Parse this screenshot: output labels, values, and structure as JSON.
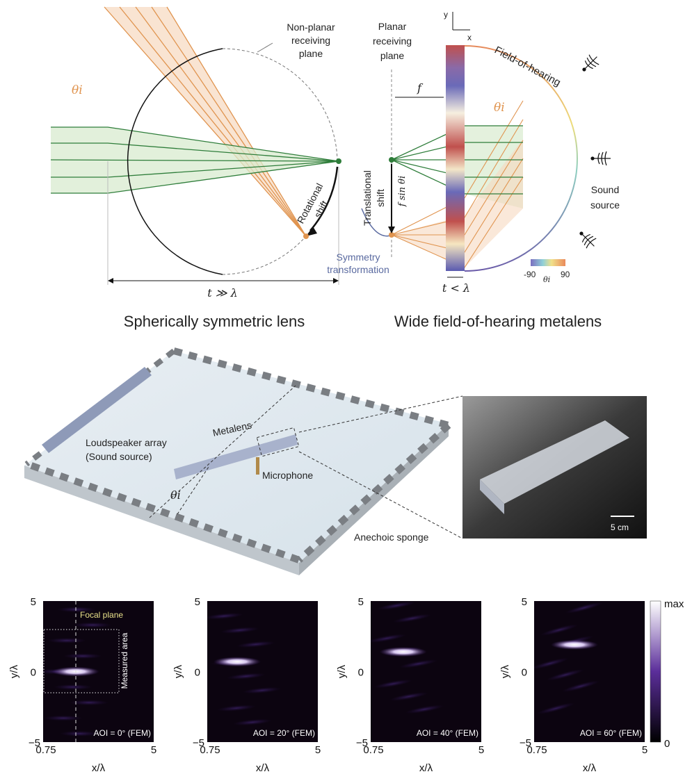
{
  "top_left": {
    "theta_label": "θi",
    "receiving_plane_label": [
      "Non-planar",
      "receiving",
      "plane"
    ],
    "rotational_shift_label": [
      "Rotational",
      "shift"
    ],
    "thickness_label": "t ≫ λ",
    "title": "Spherically symmetric lens"
  },
  "top_right": {
    "axis_y": "y",
    "axis_x": "x",
    "receiving_plane_label": [
      "Planar",
      "receiving",
      "plane"
    ],
    "focal_label": "f",
    "theta_label": "θi",
    "field_label": "Field-of-hearing",
    "translational_shift_label": [
      "Translational",
      "shift"
    ],
    "fsin_label": "f sin θi",
    "symmetry_label": [
      "Symmetry",
      "transformation"
    ],
    "sound_source_label": [
      "Sound",
      "source"
    ],
    "thickness_label": "t < λ",
    "colorbar": {
      "min": "-90",
      "max": "90",
      "label": "θi"
    },
    "title": "Wide field-of-hearing metalens"
  },
  "setup": {
    "loudspeaker_label": [
      "Loudspeaker array",
      "(Sound source)"
    ],
    "metalens_label": "Metalens",
    "microphone_label": "Microphone",
    "theta_label": "θi",
    "sponge_label": "Anechoic sponge",
    "scale_bar_label": "5 cm"
  },
  "colors": {
    "green": "#2e7d3a",
    "orange": "#e0944f",
    "purple": "#6b3fb0"
  },
  "chart_data": [
    {
      "type": "heatmap",
      "title": "AOI = 0° (FEM)",
      "xlabel": "x/λ",
      "ylabel": "y/λ",
      "xlim": [
        0.75,
        5
      ],
      "ylim": [
        -5,
        5
      ],
      "x_ticks": [
        "0.75",
        "5"
      ],
      "y_ticks": [
        "5",
        "0",
        "−5"
      ],
      "focus": [
        2.0,
        0.0
      ],
      "annotations": [
        "Focal plane",
        "Measured area"
      ]
    },
    {
      "type": "heatmap",
      "title": "AOI = 20° (FEM)",
      "xlabel": "x/λ",
      "ylabel": "y/λ",
      "xlim": [
        0.75,
        5
      ],
      "ylim": [
        -5,
        5
      ],
      "x_ticks": [
        "0.75",
        "5"
      ],
      "y_ticks": [
        "5",
        "0",
        "−5"
      ],
      "focus": [
        1.9,
        0.7
      ]
    },
    {
      "type": "heatmap",
      "title": "AOI = 40° (FEM)",
      "xlabel": "x/λ",
      "ylabel": "y/λ",
      "xlim": [
        0.75,
        5
      ],
      "ylim": [
        -5,
        5
      ],
      "x_ticks": [
        "0.75",
        "5"
      ],
      "y_ticks": [
        "5",
        "0",
        "−5"
      ],
      "focus": [
        2.0,
        1.4
      ]
    },
    {
      "type": "heatmap",
      "title": "AOI = 60° (FEM)",
      "xlabel": "x/λ",
      "ylabel": "y/λ",
      "xlim": [
        0.75,
        5
      ],
      "ylim": [
        -5,
        5
      ],
      "x_ticks": [
        "0.75",
        "5"
      ],
      "y_ticks": [
        "5",
        "0",
        "−5"
      ],
      "focus": [
        2.3,
        1.9
      ]
    }
  ],
  "colorbar": {
    "max": "max",
    "min": "0"
  }
}
